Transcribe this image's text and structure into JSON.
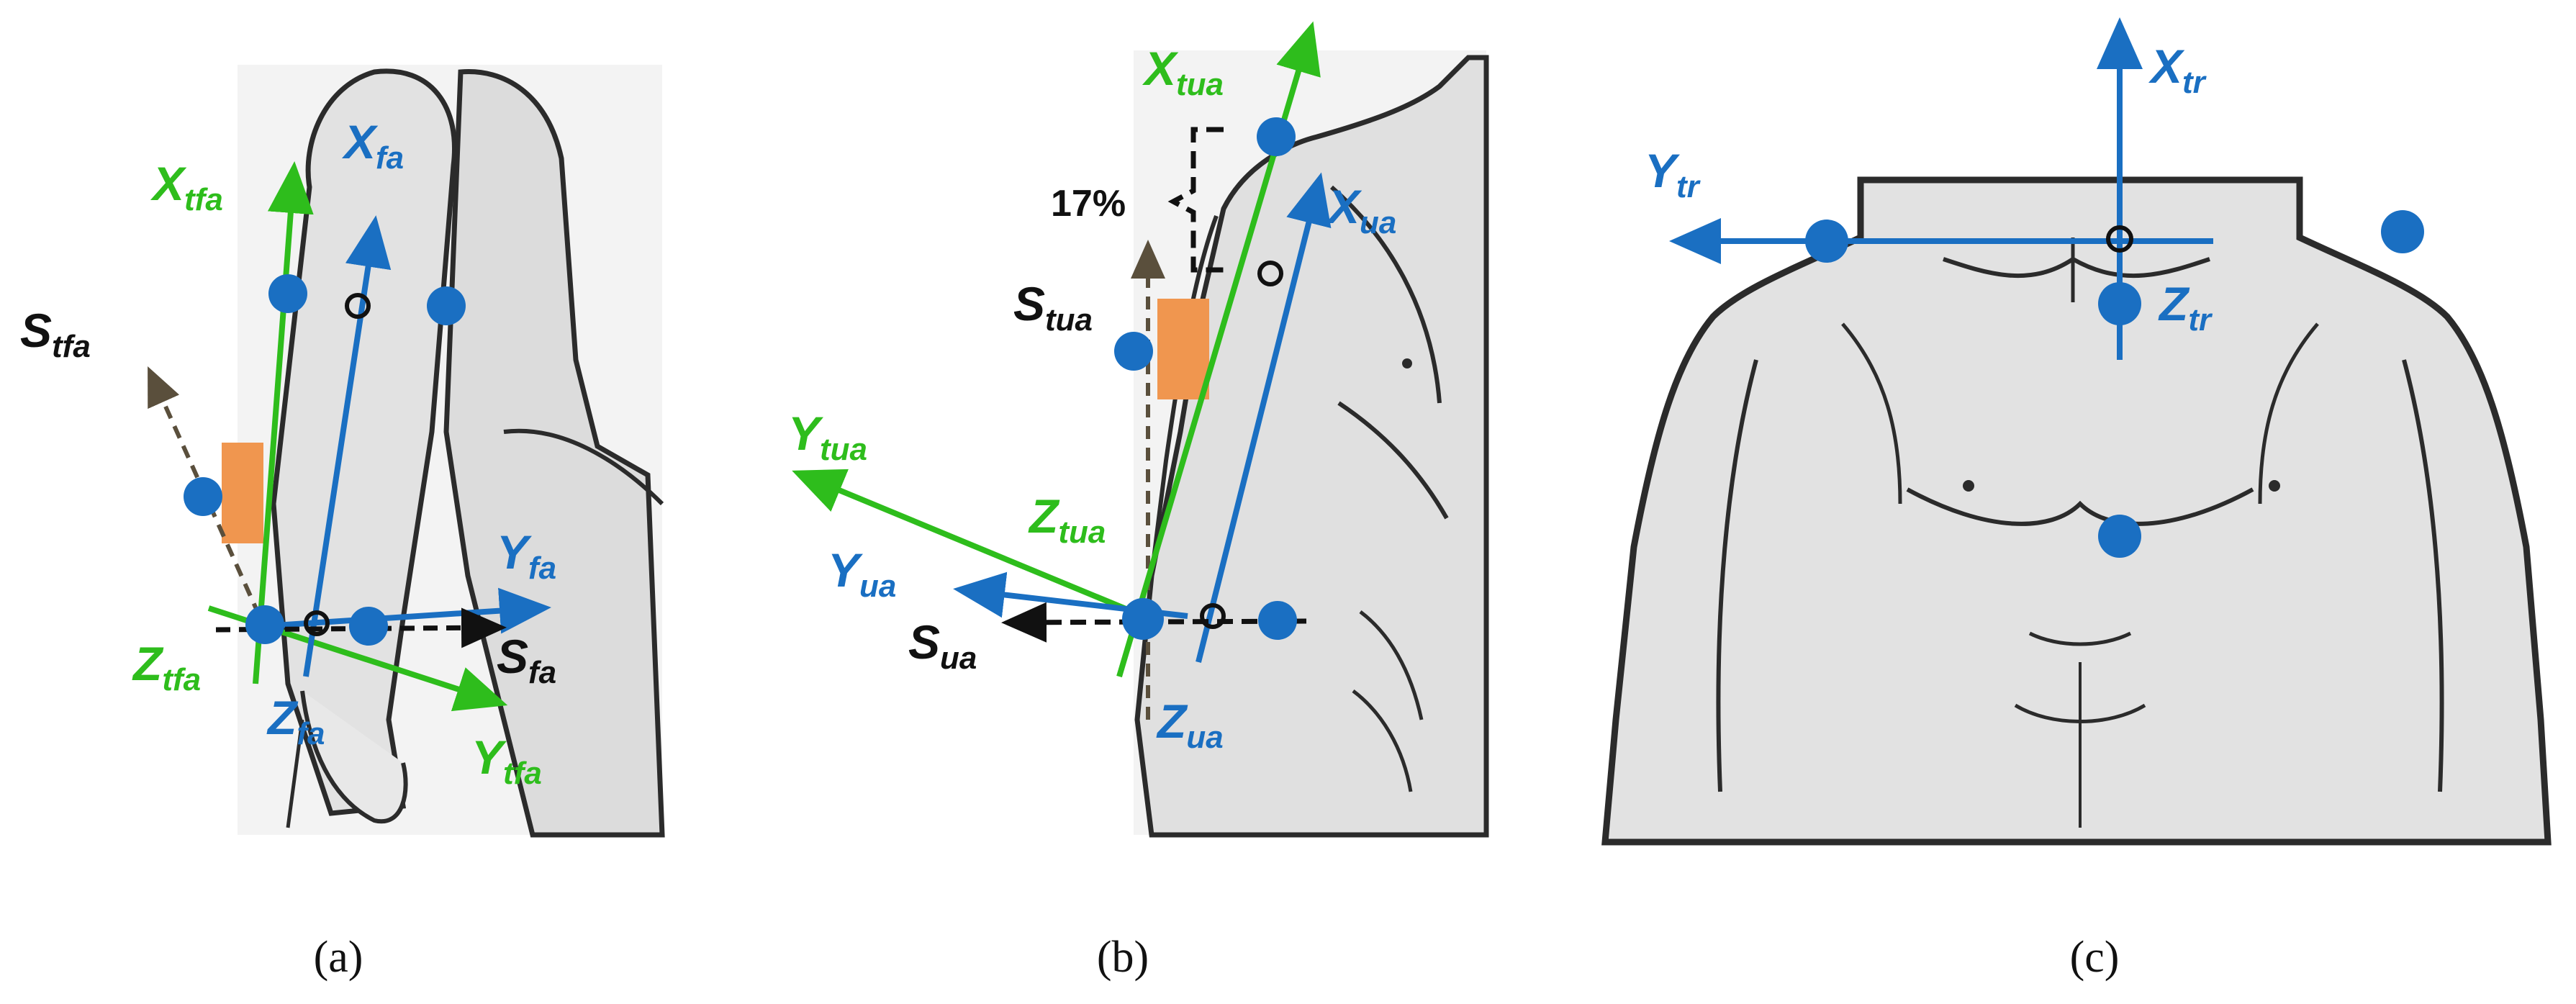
{
  "colors": {
    "green": "#2ebd1c",
    "blue": "#1a6fc2",
    "black": "#111111",
    "dash_brown": "#5a4f3c",
    "sensor_orange": "#f0964f",
    "skin": "#e6e6e6",
    "outline": "#2b2b2b"
  },
  "panel_a": {
    "caption": "(a)",
    "labels": {
      "x_tfa": {
        "base": "X",
        "sub": "tfa"
      },
      "x_fa": {
        "base": "X",
        "sub": "fa"
      },
      "s_tfa": {
        "base": "S",
        "sub": "tfa"
      },
      "y_fa": {
        "base": "Y",
        "sub": "fa"
      },
      "z_tfa": {
        "base": "Z",
        "sub": "tfa"
      },
      "s_fa": {
        "base": "S",
        "sub": "fa"
      },
      "z_fa": {
        "base": "Z",
        "sub": "fa"
      },
      "y_tfa": {
        "base": "Y",
        "sub": "tfa"
      }
    }
  },
  "panel_b": {
    "caption": "(b)",
    "percent_label": "17%",
    "labels": {
      "x_tua": {
        "base": "X",
        "sub": "tua"
      },
      "x_ua": {
        "base": "X",
        "sub": "ua"
      },
      "s_tua": {
        "base": "S",
        "sub": "tua"
      },
      "y_tua": {
        "base": "Y",
        "sub": "tua"
      },
      "z_tua": {
        "base": "Z",
        "sub": "tua"
      },
      "y_ua": {
        "base": "Y",
        "sub": "ua"
      },
      "s_ua": {
        "base": "S",
        "sub": "ua"
      },
      "z_ua": {
        "base": "Z",
        "sub": "ua"
      }
    }
  },
  "panel_c": {
    "caption": "(c)",
    "labels": {
      "x_tr": {
        "base": "X",
        "sub": "tr"
      },
      "y_tr": {
        "base": "Y",
        "sub": "tr"
      },
      "z_tr": {
        "base": "Z",
        "sub": "tr"
      }
    }
  }
}
